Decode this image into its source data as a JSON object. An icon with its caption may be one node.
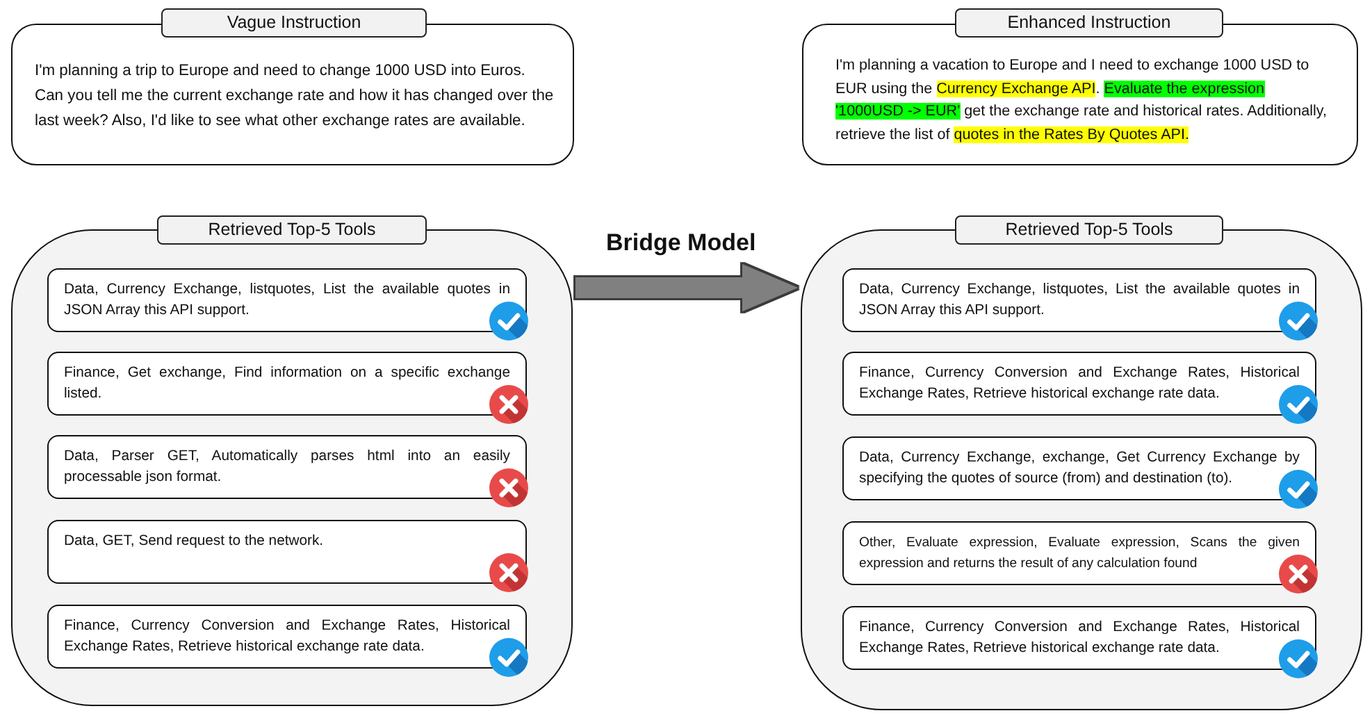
{
  "diagram": {
    "nodes": [
      {
        "text": [
          "Vague Instruction",
          "I'm planning a trip to Europe and need to change 1000 USD into Euros. Can you tell me the current exchange rate and how it has changed over the last week? Also, I'd like to see what other exchange rates are available."
        ]
      },
      {
        "text": [
          "Enhanced Instruction",
          "I'm planning a vacation to Europe and I need to exchange 1000 USD to EUR using the **Currency Exchange API**. **Evaluate the expression '1000USD -> EUR'** get the exchange rate and historical rates. Additionally, retrieve the list of **quotes in the Rates By Quotes API.**"
        ]
      },
      {
        "text": [
          "Retrieved Top-5 Tools"
        ]
      },
      {
        "text": [
          "Data, Currency Exchange, listquotes, List the available quotes in JSON Array this API support."
        ],
        "in": 2
      },
      {
        "text": [
          "Finance, Get exchange, Find information on a specific exchange listed."
        ],
        "in": 2
      },
      {
        "text": [
          "Data, Parser GET, Automatically parses html into an easily processable json format."
        ],
        "in": 2
      },
      {
        "text": [
          "Data, GET, Send request to the network."
        ],
        "in": 2
      },
      {
        "text": [
          "Finance, Currency Conversion and Exchange Rates, Historical Exchange Rates, Retrieve historical exchange rate data."
        ],
        "in": 2
      },
      {
        "text": [
          "Retrieved Top-5 Tools"
        ]
      },
      {
        "text": [
          "Data, Currency Exchange, listquotes, List the available quotes in JSON Array this API support."
        ],
        "in": 8
      },
      {
        "text": [
          "Finance, Currency Conversion and Exchange Rates, Historical Exchange Rates, Retrieve historical exchange rate data."
        ],
        "in": 8
      },
      {
        "text": [
          "Data, Currency Exchange, exchange, Get Currency Exchange by specifying the quotes of source (from) and destination (to)."
        ],
        "in": 8
      },
      {
        "text": [
          "Other, Evaluate expression, Evaluate expression, Scans the given expression and returns the result of any calculation found"
        ],
        "in": 8
      },
      {
        "text": [
          "Finance, Currency Conversion and Exchange Rates, Historical Exchange Rates, Retrieve historical exchange rate data."
        ],
        "in": 8
      }
    ],
    "edges": [
      {
        "from": 2,
        "to": 8,
        "arrow": "to",
        "label": "Bridge Model"
      }
    ]
  }
}
